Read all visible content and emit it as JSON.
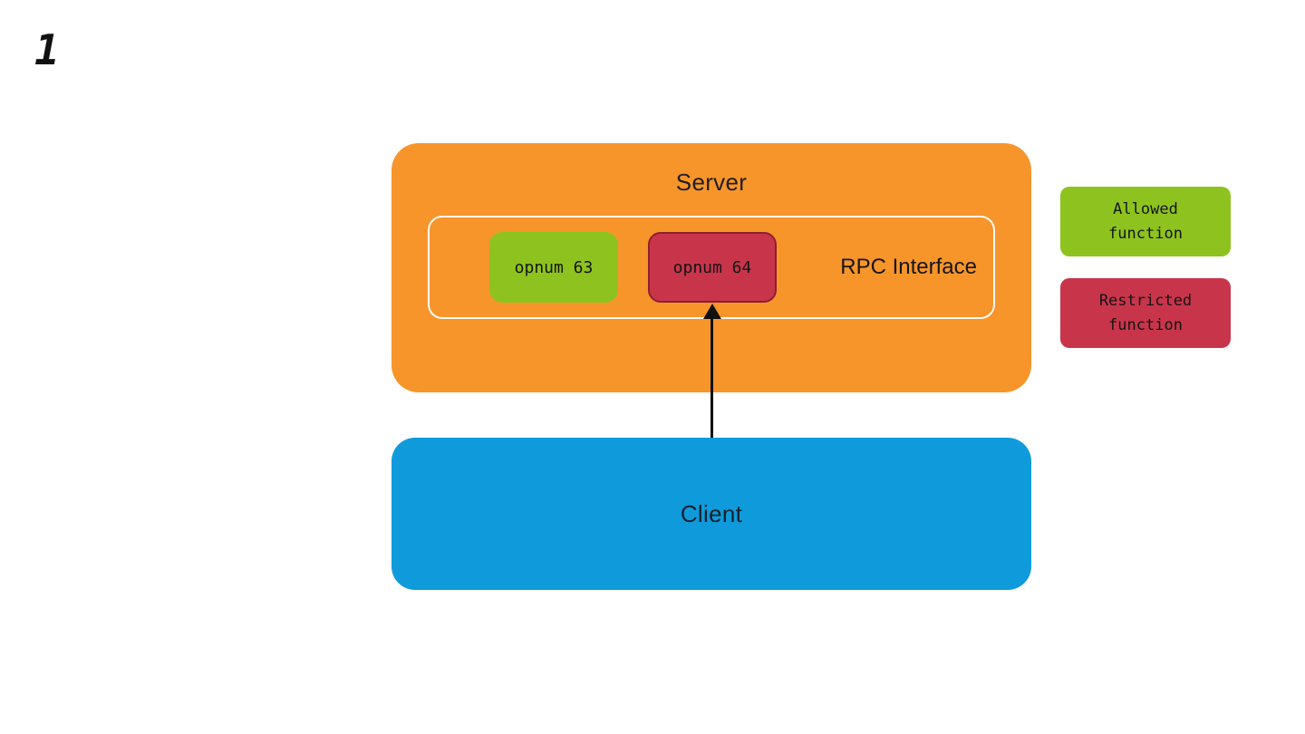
{
  "page": {
    "number_label": "1"
  },
  "colors": {
    "server_bg": "#F7952B",
    "client_bg": "#0F9BDB",
    "allowed_green": "#8EC31F",
    "restricted_red": "#C8354B",
    "restricted_border": "#8E1F2F",
    "arrow": "#111111"
  },
  "diagram": {
    "server": {
      "label": "Server"
    },
    "rpc_interface": {
      "label": "RPC Interface"
    },
    "opnum_allowed": {
      "label": "opnum 63"
    },
    "opnum_restricted": {
      "label": "opnum 64"
    },
    "client": {
      "label": "Client"
    }
  },
  "legend": {
    "allowed": {
      "label": "Allowed\nfunction"
    },
    "restricted": {
      "label": "Restricted\nfunction"
    }
  }
}
